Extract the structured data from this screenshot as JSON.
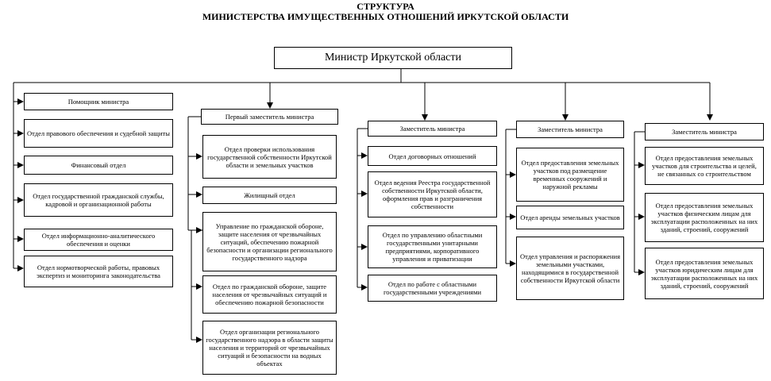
{
  "title": {
    "line1": "СТРУКТУРА",
    "line2": "МИНИСТЕРСТВА ИМУЩЕСТВЕННЫХ ОТНОШЕНИЙ ИРКУТСКОЙ ОБЛАСТИ"
  },
  "minister": "Министр Иркутской области",
  "col1": [
    "Помощник министра",
    "Отдел правового обеспечения и судебной защиты",
    "Финансовый отдел",
    "Отдел государственной гражданской службы, кадровой и организационной работы",
    "Отдел информационно-аналитического обеспечения и оценки",
    "Отдел нормотворческой работы, правовых экспертиз и мониторинга законодательства"
  ],
  "col2": {
    "head": "Первый заместитель министра",
    "items": [
      "Отдел проверки использования государственной собственности Иркутской области и земельных участков",
      "Жилищный отдел",
      "Управление по гражданской обороне, защите населения от чрезвычайных ситуаций, обеспечению пожарной безопасности и организации регионального государственного надзора",
      "Отдел по гражданской обороне, защите населения от чрезвычайных ситуаций и обеспечению пожарной безопасности",
      "Отдел организации регионального государственного надзора в области защиты населения и территорий от чрезвычайных ситуаций и безопасности на водных объектах"
    ]
  },
  "col3": {
    "head": "Заместитель министра",
    "items": [
      "Отдел договорных отношений",
      "Отдел ведения Реестра государственной собственности Иркутской области, оформления прав и разграничения собственности",
      "Отдел по управлению областными государственными унитарными предприятиями, корпоративного управления и приватизации",
      "Отдел по работе с областными государственными учреждениями"
    ]
  },
  "col4": {
    "head": "Заместитель министра",
    "items": [
      "Отдел предоставления земельных участков под размещение временных сооружений и наружной рекламы",
      "Отдел аренды земельных участков",
      "Отдел управления и распоряжения земельными участками, находящимися в государственной собственности Иркутской области"
    ]
  },
  "col5": {
    "head": "Заместитель министра",
    "items": [
      "Отдел предоставления земельных участков для строительства и целей, не связанных со строительством",
      "Отдел предоставления земельных участков физическим лицам для эксплуатации расположенных на них зданий, строений, сооружений",
      "Отдел предоставления земельных участков юридическим лицам для эксплуатации расположенных на них зданий, строений, сооружений"
    ]
  }
}
